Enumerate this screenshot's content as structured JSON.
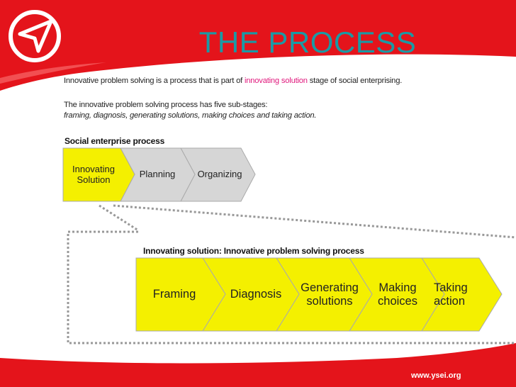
{
  "title": "THE PROCESS",
  "intro": {
    "before": "Innovative problem solving is a process that is part of ",
    "highlight": "innovating solution",
    "after": " stage of social enterprising."
  },
  "substages": {
    "line1": "The innovative problem solving process has five sub-stages:",
    "line2": "framing, diagnosis, generating solutions, making choices and taking action."
  },
  "social_process": {
    "label": "Social enterprise process",
    "steps": [
      {
        "line1": "Innovating",
        "line2": "Solution"
      },
      {
        "line1": "Planning",
        "line2": ""
      },
      {
        "line1": "Organizing",
        "line2": ""
      }
    ]
  },
  "innovating_process": {
    "label": "Innovating solution: Innovative problem solving process",
    "steps": [
      {
        "line1": "Framing",
        "line2": ""
      },
      {
        "line1": "Diagnosis",
        "line2": ""
      },
      {
        "line1": "Generating",
        "line2": "solutions"
      },
      {
        "line1": "Making",
        "line2": "choices"
      },
      {
        "line1": "Taking",
        "line2": "action"
      }
    ]
  },
  "footer": "www.ysei.org",
  "colors": {
    "accent_red": "#e4141b",
    "title_teal": "#1a9aa5",
    "highlight_pink": "#e0197d",
    "chevron_yellow": "#f4f000",
    "chevron_grey": "#d6d6d6"
  }
}
